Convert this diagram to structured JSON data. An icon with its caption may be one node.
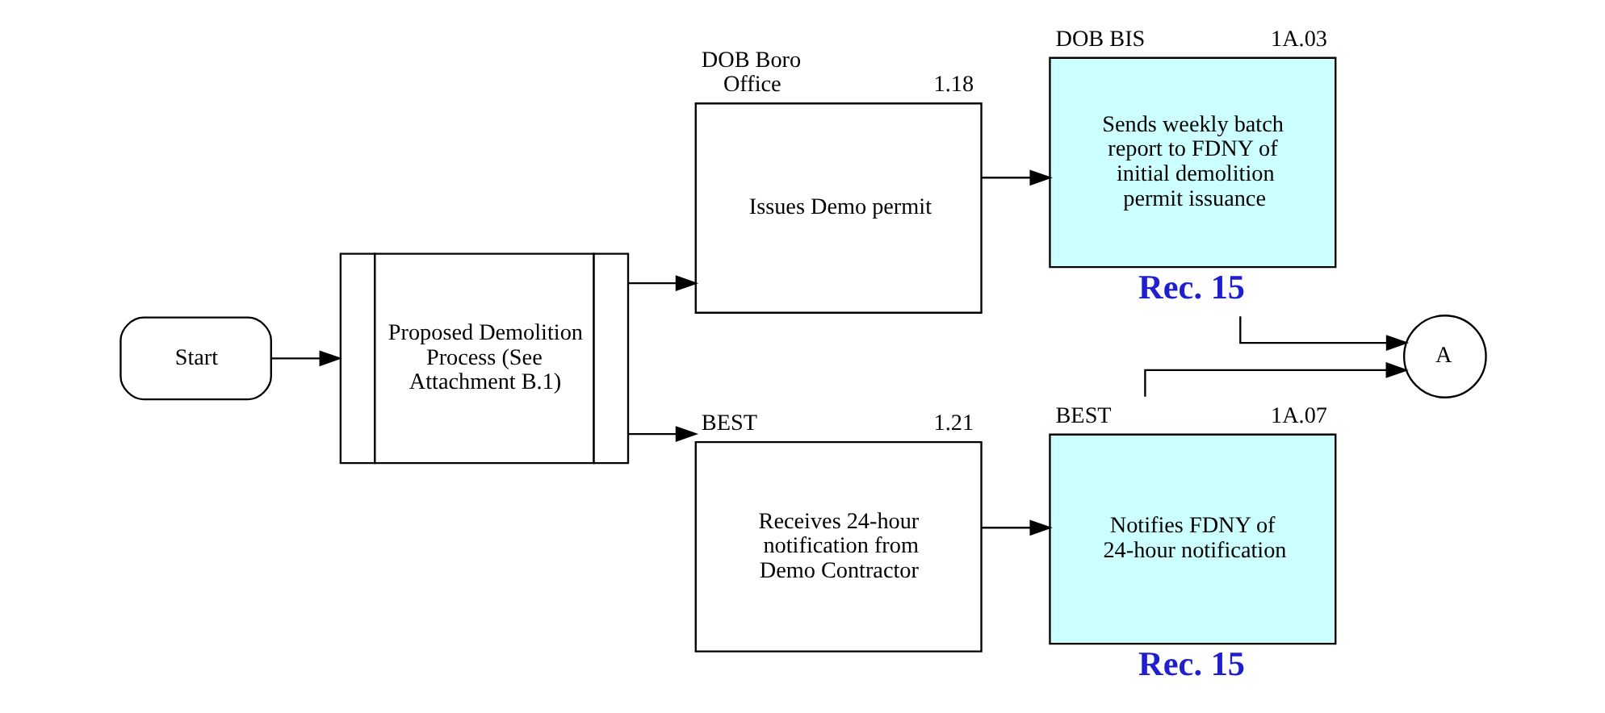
{
  "diagram": {
    "nodes": [
      {
        "text": [
          "Start"
        ]
      },
      {
        "text": [
          "Proposed Demolition Process (See Attachment B.1)"
        ]
      },
      {
        "text": [
          "DOB Boro Office",
          "1.18",
          "Issues Demo permit"
        ]
      },
      {
        "text": [
          "DOB BIS",
          "1A.03",
          "Sends weekly batch report to FDNY of initial demolition permit issuance"
        ],
        "beside": [
          "Rec. 15"
        ]
      },
      {
        "text": [
          "BEST",
          "1.21",
          "Receives 24-hour notification from Demo Contractor"
        ]
      },
      {
        "text": [
          "BEST",
          "1A.07",
          "Notifies FDNY of 24-hour notification"
        ],
        "beside": [
          "Rec. 15"
        ]
      },
      {
        "text": [
          "A"
        ]
      }
    ],
    "edges": [
      {
        "from": 0,
        "to": 1,
        "arrow": "to"
      },
      {
        "from": 1,
        "to": 2,
        "arrow": "to"
      },
      {
        "from": 1,
        "to": 4,
        "arrow": "to"
      },
      {
        "from": 2,
        "to": 3,
        "arrow": "to"
      },
      {
        "from": 4,
        "to": 5,
        "arrow": "to"
      },
      {
        "from": 3,
        "to": 6,
        "arrow": "to"
      },
      {
        "from": 5,
        "to": 6,
        "arrow": "to"
      }
    ]
  }
}
